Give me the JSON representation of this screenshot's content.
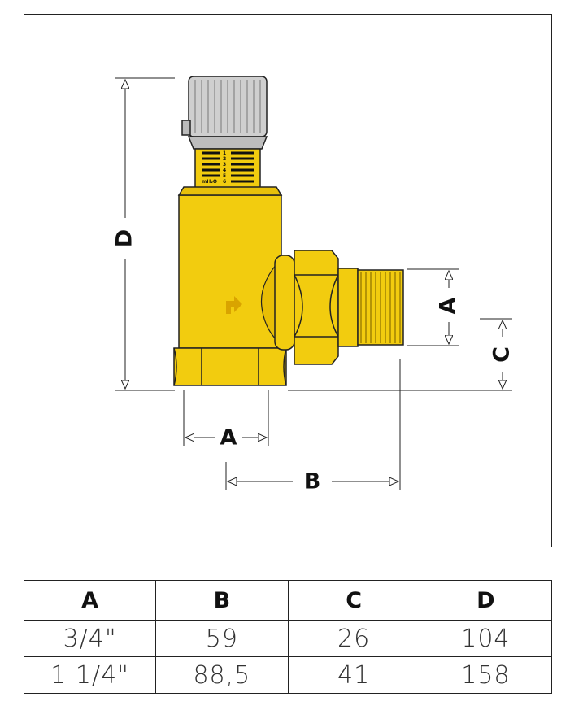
{
  "drawing": {
    "labels": {
      "a": "A",
      "b": "B",
      "c": "C",
      "d": "D"
    },
    "scale_marks": [
      "1",
      "2",
      "3",
      "4",
      "5",
      "6"
    ],
    "scale_unit": "mH₂O"
  },
  "table": {
    "headers": [
      "A",
      "B",
      "C",
      "D"
    ],
    "rows": [
      [
        "3/4\"",
        "59",
        "26",
        "104"
      ],
      [
        "1 1/4\"",
        "88,5",
        "41",
        "158"
      ]
    ]
  },
  "colors": {
    "brass": "#f2cc0f",
    "brass_dark": "#d9ab00",
    "knob": "#c9c9c9",
    "line": "#222222"
  }
}
